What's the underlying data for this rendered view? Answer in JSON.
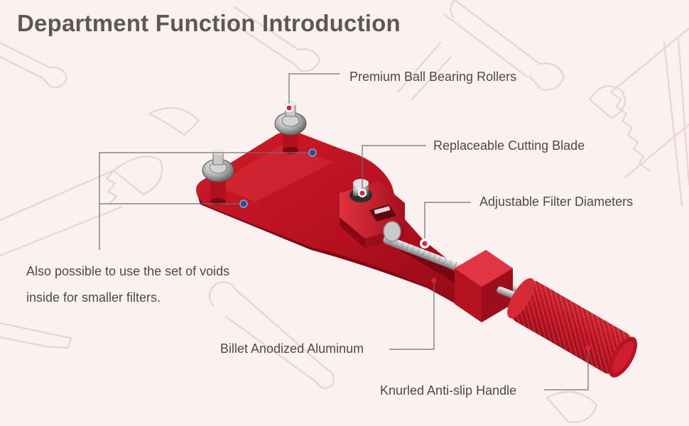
{
  "page": {
    "title": "Department Function Introduction",
    "accent_color": "#c8202f",
    "background_color": "#fbf1f1"
  },
  "callouts": {
    "rollers": "Premium Ball Bearing Rollers",
    "blade": "Replaceable Cutting Blade",
    "diameters": "Adjustable Filter Diameters",
    "voids_line_1": "Also possible to use the set of voids",
    "voids_line_2": "inside for smaller filters.",
    "aluminum": "Billet Anodized Aluminum",
    "handle": "Knurled Anti-slip Handle"
  },
  "icons": {
    "background": [
      "wrench-icon",
      "saw-icon",
      "screwdriver-icon"
    ],
    "markers": [
      "red-dot-marker",
      "blue-dot-marker"
    ]
  }
}
